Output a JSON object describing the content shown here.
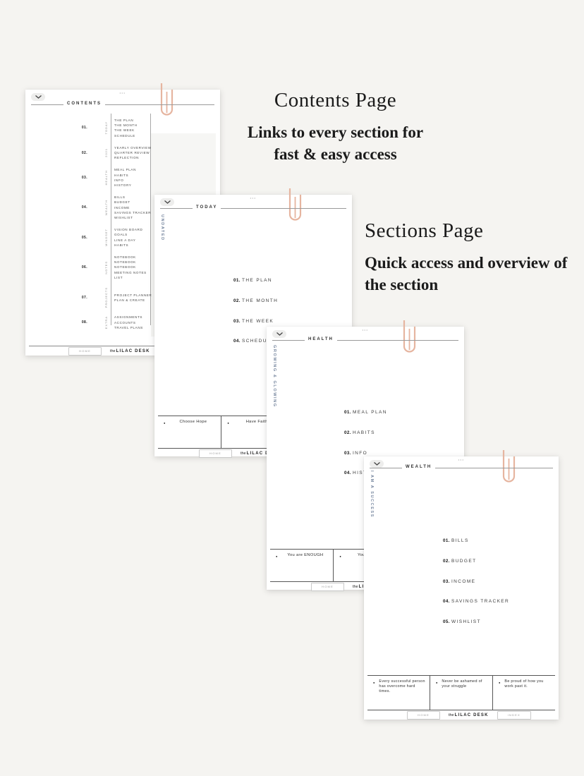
{
  "canvas": {
    "bg": "#f5f4f1"
  },
  "colors": {
    "paperclip": "#e6b5a0",
    "side_label": "#76869e",
    "rule": "#9a9a9a"
  },
  "icons": {
    "more_dots": "•••",
    "chevron": "⌄",
    "bullet": "●"
  },
  "annotations": {
    "contents": {
      "title": "Contents Page",
      "lines": [
        "Links to every section for",
        "fast & easy access"
      ]
    },
    "sections": {
      "title": "Sections Page",
      "lines": [
        "Quick access and overview of",
        "the section"
      ]
    }
  },
  "chrome": {
    "home": "HOME",
    "index": "INDEX",
    "brand_prefix": "the",
    "brand_name": "LILAC DESK"
  },
  "contents_page": {
    "header": "CONTENTS",
    "rows": [
      {
        "num": "01.",
        "section": "TODAY",
        "items": [
          "THE PLAN",
          "THE MONTH",
          "THE WEEK",
          "SCHEDULE"
        ]
      },
      {
        "num": "02.",
        "section": "2021",
        "items": [
          "YEARLY OVERVIEW",
          "QUARTER REVIEW",
          "REFLECTION"
        ]
      },
      {
        "num": "03.",
        "section": "HEALTH",
        "items": [
          "MEAL PLAN",
          "HABITS",
          "INFO",
          "HISTORY"
        ]
      },
      {
        "num": "04.",
        "section": "WEALTH",
        "items": [
          "BILLS",
          "BUDGET",
          "INCOME",
          "SAVINGS TRACKER",
          "WISHLIST"
        ]
      },
      {
        "num": "05.",
        "section": "MINDSET",
        "items": [
          "VISION BOARD",
          "GOALS",
          "LINE A DAY",
          "HABITS"
        ]
      },
      {
        "num": "06.",
        "section": "NOTES",
        "items": [
          "NOTEBOOK",
          "NOTEBOOK",
          "NOTEBOOK",
          "MEETING NOTES",
          "LIST"
        ]
      },
      {
        "num": "07.",
        "section": "PROJECTS",
        "items": [
          "PROJECT PLANNER",
          "PLAN & CREATE"
        ]
      },
      {
        "num": "08.",
        "section": "EXTRA",
        "items": [
          "ASSIGNMENTS",
          "ACCOUNTS",
          "TRAVEL PLANS"
        ]
      }
    ]
  },
  "section_pages": {
    "today": {
      "header": "TODAY",
      "side_label": "UNDATED",
      "items": [
        {
          "num": "01.",
          "label": "THE PLAN"
        },
        {
          "num": "02.",
          "label": "THE MONTH"
        },
        {
          "num": "03.",
          "label": "THE WEEK"
        },
        {
          "num": "04.",
          "label": "SCHEDULE"
        }
      ],
      "quotes": [
        "Choose Hope",
        "Have Faith"
      ]
    },
    "health": {
      "header": "HEALTH",
      "side_label": "GROWING & GLOWING",
      "items": [
        {
          "num": "01.",
          "label": "MEAL PLAN"
        },
        {
          "num": "02.",
          "label": "HABITS"
        },
        {
          "num": "03.",
          "label": "INFO"
        },
        {
          "num": "04.",
          "label": "HISTORY"
        }
      ],
      "quotes": [
        "You are ENOUGH",
        "You are CA"
      ]
    },
    "wealth": {
      "header": "WEALTH",
      "side_label": "I AM A SUCCESS",
      "items": [
        {
          "num": "01.",
          "label": "BILLS"
        },
        {
          "num": "02.",
          "label": "BUDGET"
        },
        {
          "num": "03.",
          "label": "INCOME"
        },
        {
          "num": "04.",
          "label": "SAVINGS TRACKER"
        },
        {
          "num": "05.",
          "label": "WISHLIST"
        }
      ],
      "quotes": [
        "Every successful person has overcome hard times.",
        "Never be ashamed of your struggle",
        "Be proud of how you work past it."
      ]
    }
  }
}
